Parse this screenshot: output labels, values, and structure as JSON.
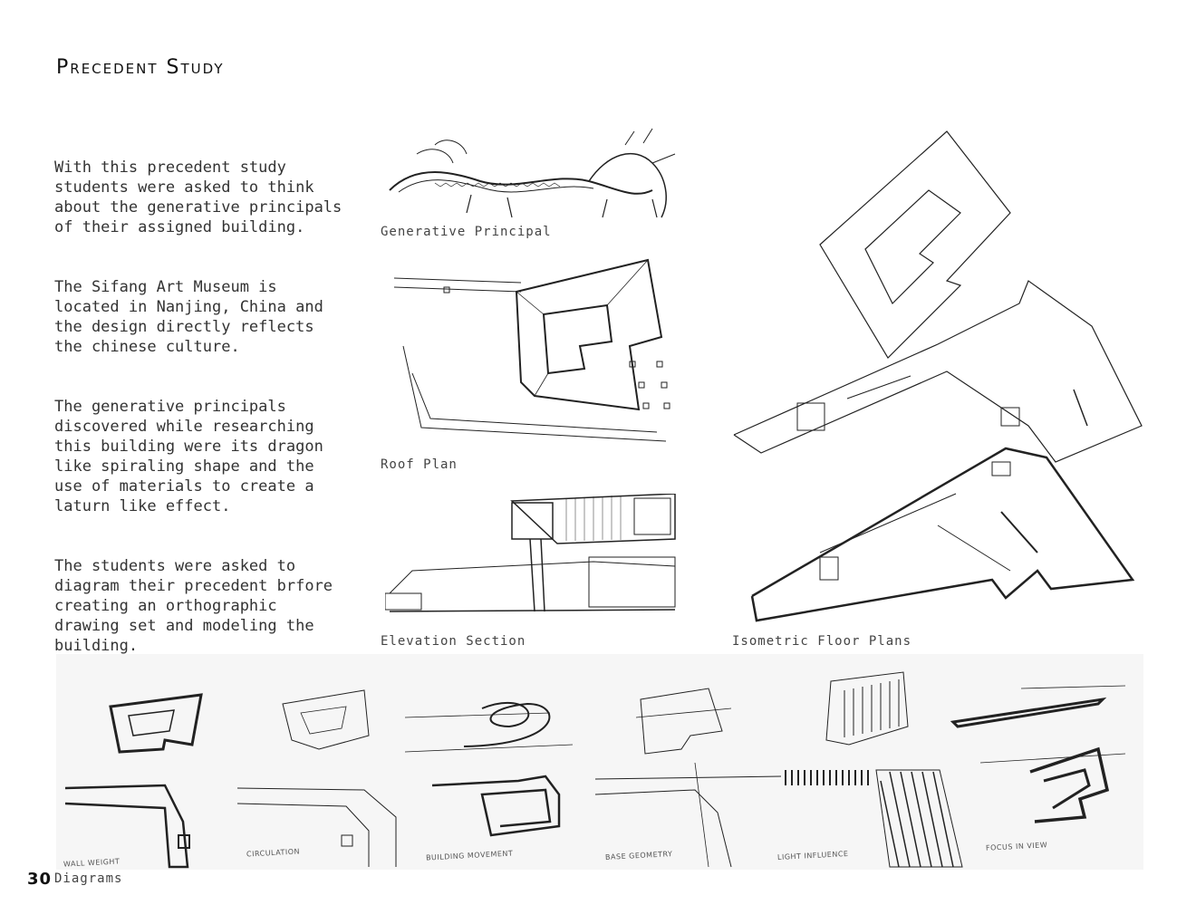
{
  "page": {
    "title": "Precedent Study",
    "paragraphs": [
      "With this precedent study students were asked to think about the generative principals of their assigned building.",
      "The Sifang Art Museum is located in Nanjing, China and the design directly reflects the chinese culture.",
      "The generative principals discovered while researching this building were its dragon like spiraling shape and the use of materials to create a laturn like effect.",
      "The students were asked to diagram their precedent brfore creating an orthographic drawing set and modeling the building."
    ]
  },
  "figures": {
    "generative": "Generative Principal",
    "roof": "Roof Plan",
    "elevation": "Elevation Section",
    "isometric": "Isometric Floor Plans"
  },
  "diagram_labels": [
    "WALL WEIGHT",
    "CIRCULATION",
    "BUILDING MOVEMENT",
    "BASE GEOMETRY",
    "LIGHT INFLUENCE",
    "FOCUS IN VIEW"
  ],
  "footer": {
    "page_number": "30",
    "section": "Diagrams"
  }
}
